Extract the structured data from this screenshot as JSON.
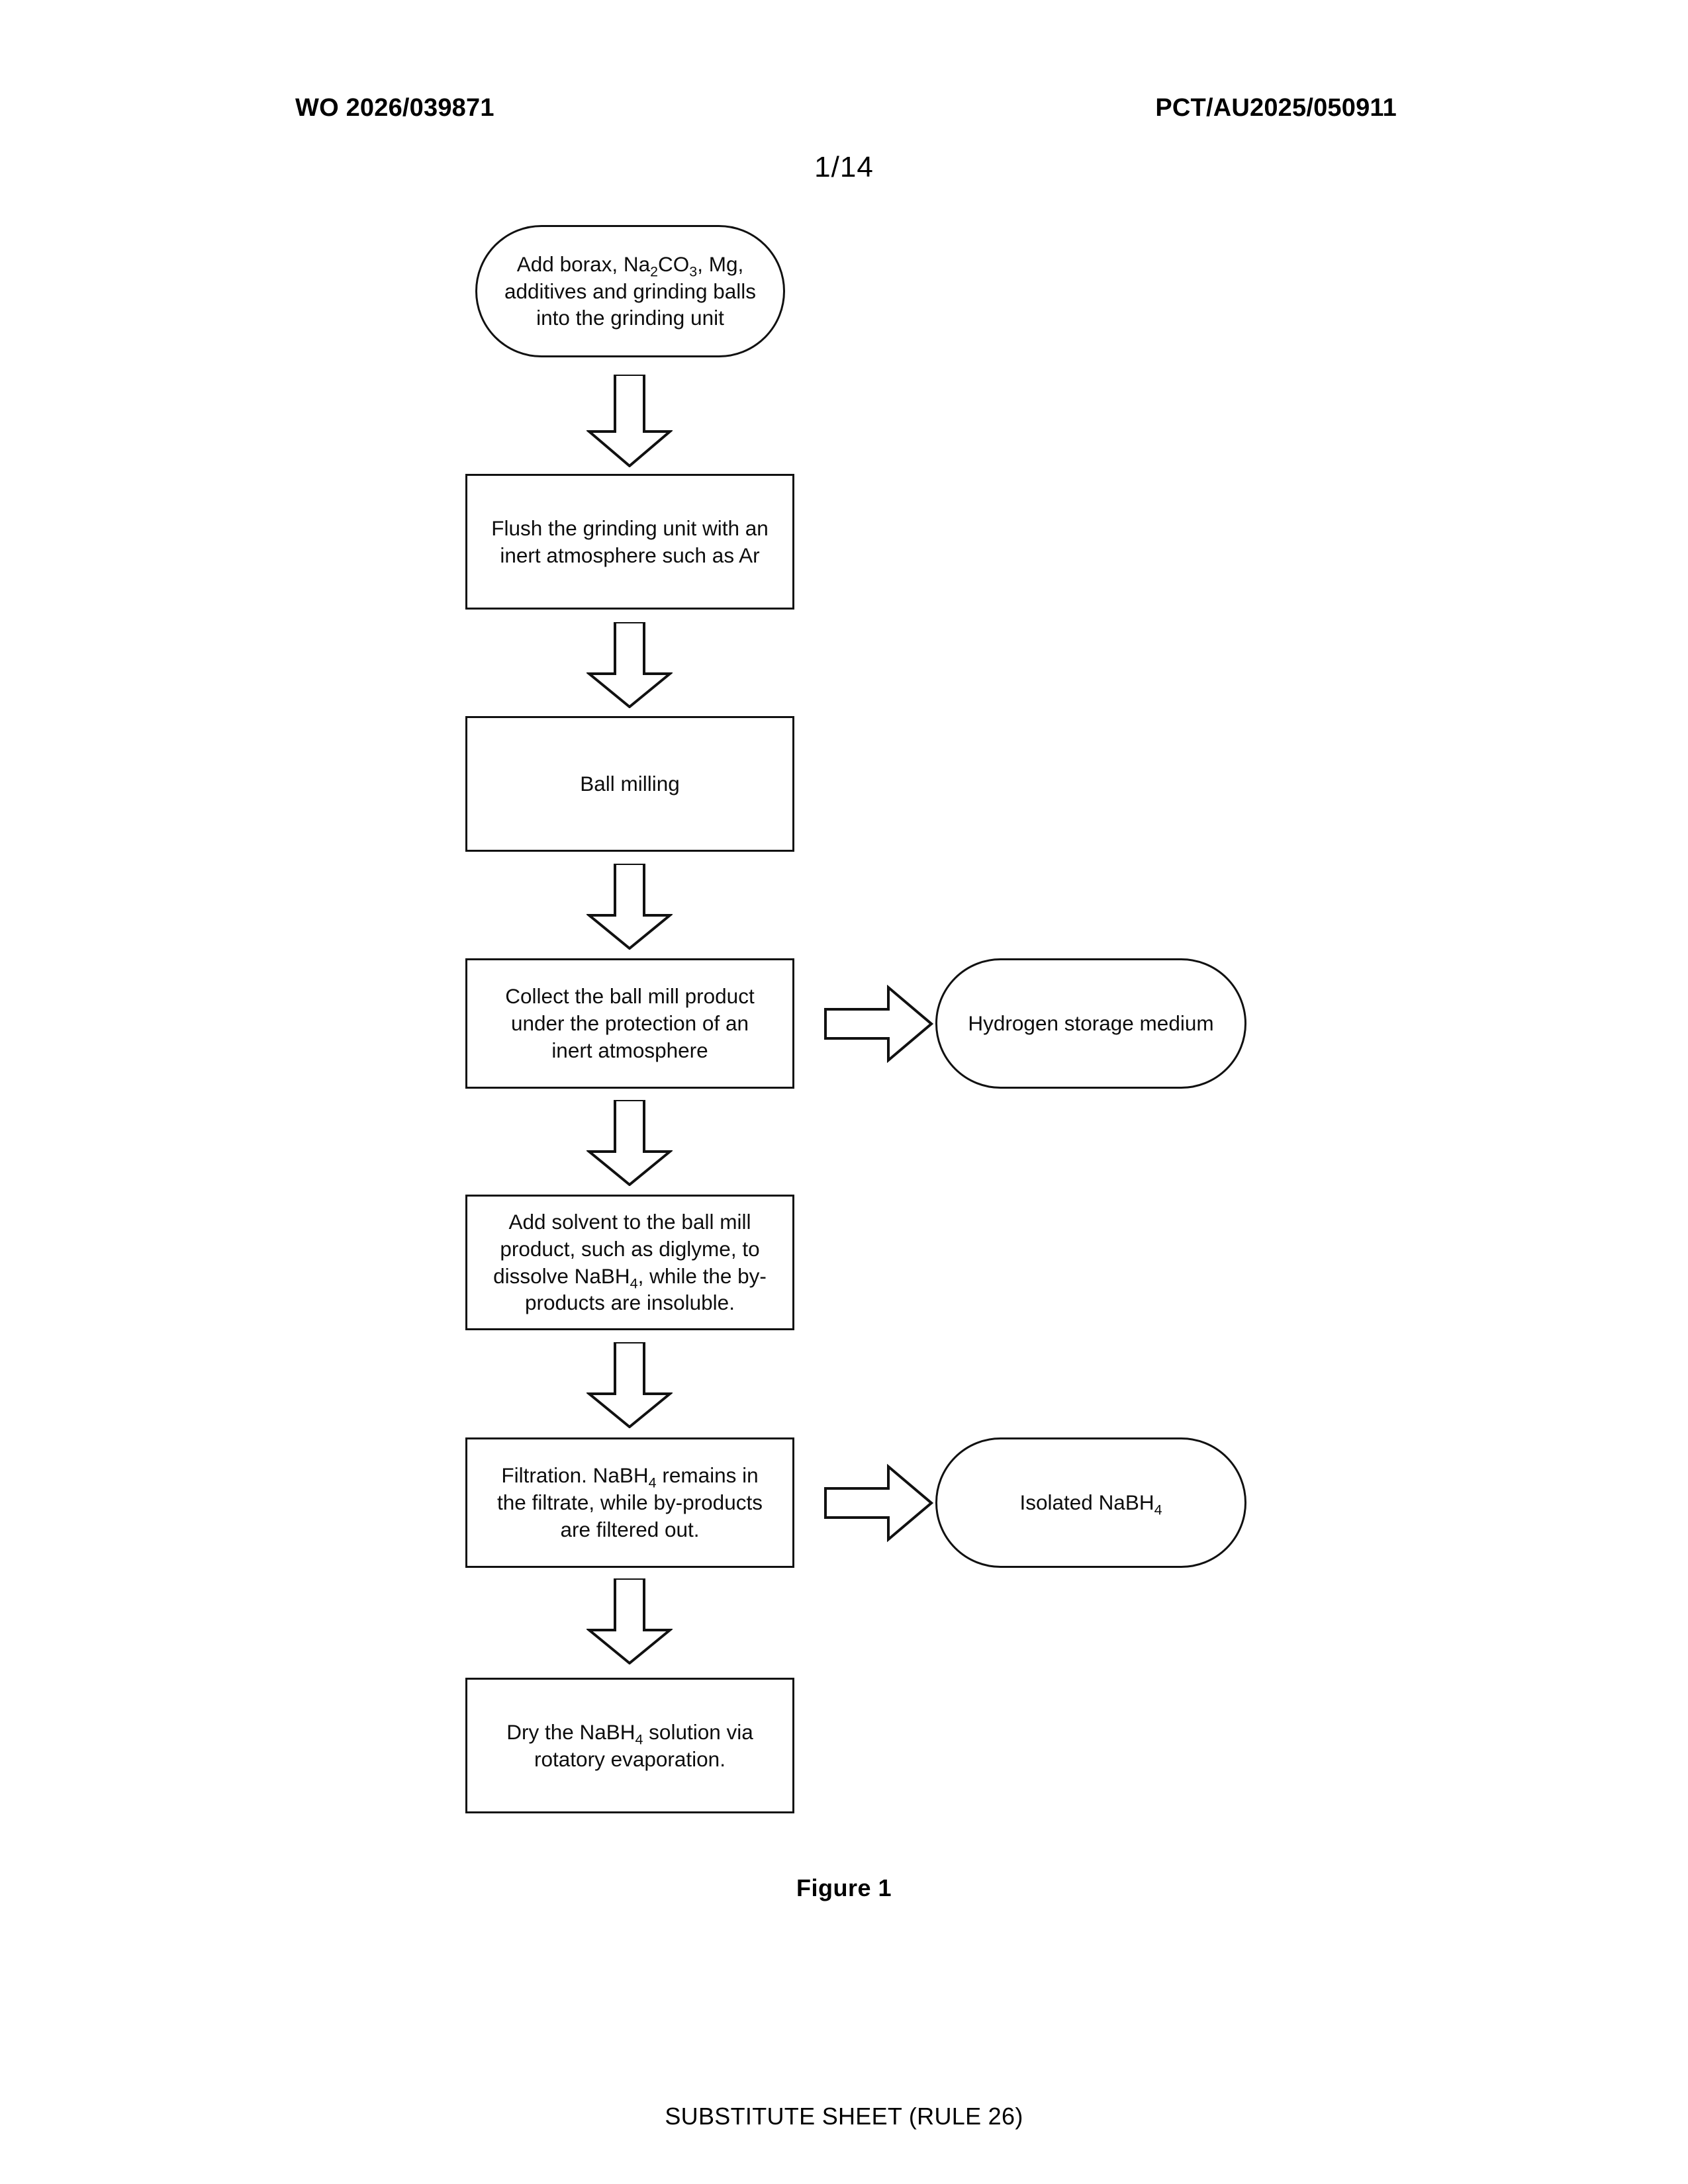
{
  "header": {
    "publication_number": "WO 2026/039871",
    "application_number": "PCT/AU2025/050911"
  },
  "sheet_number": "1/14",
  "figure_caption": "Figure 1",
  "footer": "SUBSTITUTE SHEET (RULE 26)",
  "colors": {
    "stroke": "#111111",
    "fill": "#ffffff",
    "text": "#0d0d0d"
  },
  "flowchart": {
    "title": "Figure 1",
    "type": "process-flow",
    "orientation": "top-to-bottom",
    "nodes": [
      {
        "id": "n1",
        "shape": "rounded-rectangle",
        "text": "Add borax, Na2CO3, Mg, additives and grinding balls into the grinding unit",
        "lines": [
          [
            {
              "t": "Add borax, Na"
            },
            {
              "t": "2",
              "sub": true
            },
            {
              "t": "CO"
            },
            {
              "t": "3",
              "sub": true
            },
            {
              "t": ", Mg,"
            }
          ],
          [
            {
              "t": "additives and grinding balls"
            }
          ],
          [
            {
              "t": "into the grinding unit"
            }
          ]
        ]
      },
      {
        "id": "n2",
        "shape": "rectangle",
        "text": "Flush the grinding unit with an inert atmosphere such as Ar",
        "lines": [
          [
            {
              "t": "Flush the grinding unit with an"
            }
          ],
          [
            {
              "t": "inert atmosphere such as Ar"
            }
          ]
        ]
      },
      {
        "id": "n3",
        "shape": "rectangle",
        "text": "Ball milling",
        "lines": [
          [
            {
              "t": "Ball milling"
            }
          ]
        ]
      },
      {
        "id": "n4",
        "shape": "rectangle",
        "text": "Collect the ball mill product under the protection of an inert atmosphere",
        "lines": [
          [
            {
              "t": "Collect the ball mill product"
            }
          ],
          [
            {
              "t": "under the protection of an"
            }
          ],
          [
            {
              "t": "inert atmosphere"
            }
          ]
        ]
      },
      {
        "id": "n5",
        "shape": "rectangle",
        "text": "Add solvent to the ball mill product, such as diglyme, to dissolve NaBH4, while the by-products are insoluble.",
        "lines": [
          [
            {
              "t": "Add solvent to the ball mill"
            }
          ],
          [
            {
              "t": "product, such as diglyme, to"
            }
          ],
          [
            {
              "t": "dissolve NaBH"
            },
            {
              "t": "4",
              "sub": true
            },
            {
              "t": ", while the by-"
            }
          ],
          [
            {
              "t": "products are insoluble."
            }
          ]
        ]
      },
      {
        "id": "n6",
        "shape": "rectangle",
        "text": "Filtration. NaBH4 remains in the filtrate, while by-products are filtered out.",
        "lines": [
          [
            {
              "t": "Filtration. NaBH"
            },
            {
              "t": "4",
              "sub": true
            },
            {
              "t": " remains in"
            }
          ],
          [
            {
              "t": "the filtrate, while by-products"
            }
          ],
          [
            {
              "t": "are filtered out."
            }
          ]
        ]
      },
      {
        "id": "n7",
        "shape": "rectangle",
        "text": "Dry the NaBH4 solution via rotatory evaporation.",
        "lines": [
          [
            {
              "t": "Dry the NaBH"
            },
            {
              "t": "4",
              "sub": true
            },
            {
              "t": " solution via"
            }
          ],
          [
            {
              "t": "rotatory evaporation."
            }
          ]
        ]
      },
      {
        "id": "b1",
        "shape": "rounded-rectangle",
        "text": "Hydrogen storage medium",
        "lines": [
          [
            {
              "t": "Hydrogen storage medium"
            }
          ]
        ]
      },
      {
        "id": "b2",
        "shape": "rounded-rectangle",
        "text": "Isolated NaBH4",
        "lines": [
          [
            {
              "t": "Isolated NaBH"
            },
            {
              "t": "4",
              "sub": true
            }
          ]
        ]
      }
    ],
    "edges": [
      {
        "from": "n1",
        "to": "n2",
        "style": "block-arrow",
        "direction": "down"
      },
      {
        "from": "n2",
        "to": "n3",
        "style": "block-arrow",
        "direction": "down"
      },
      {
        "from": "n3",
        "to": "n4",
        "style": "block-arrow",
        "direction": "down"
      },
      {
        "from": "n4",
        "to": "b1",
        "style": "block-arrow",
        "direction": "right"
      },
      {
        "from": "n4",
        "to": "n5",
        "style": "block-arrow",
        "direction": "down"
      },
      {
        "from": "n5",
        "to": "n6",
        "style": "block-arrow",
        "direction": "down"
      },
      {
        "from": "n6",
        "to": "b2",
        "style": "block-arrow",
        "direction": "right"
      },
      {
        "from": "n6",
        "to": "n7",
        "style": "block-arrow",
        "direction": "down"
      }
    ]
  }
}
